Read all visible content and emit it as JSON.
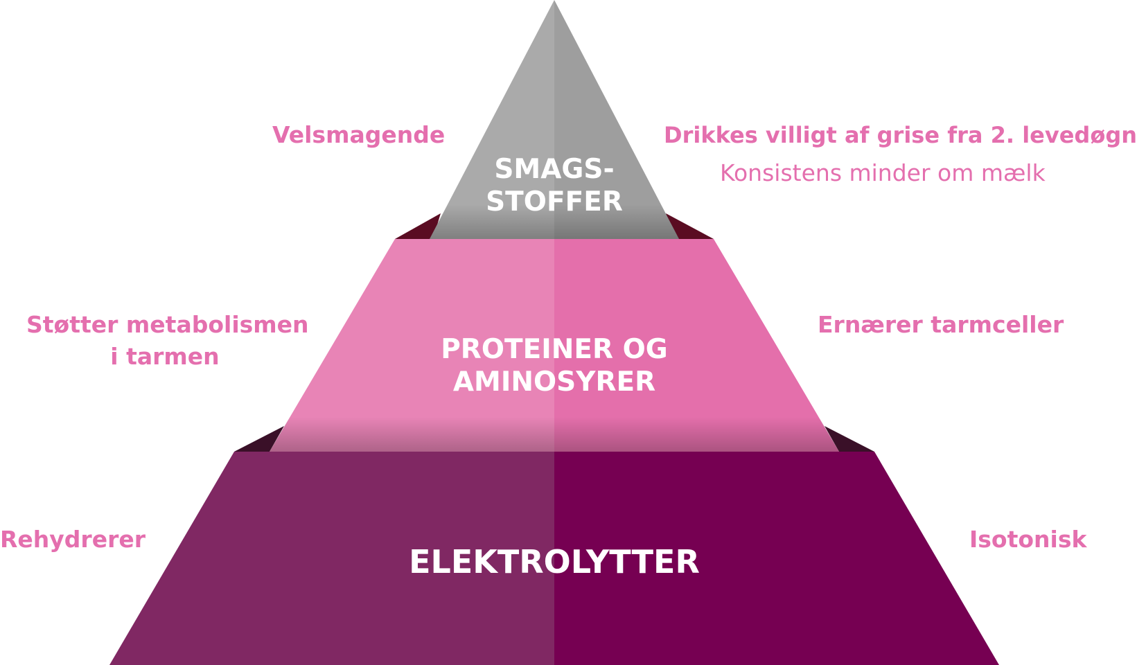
{
  "pyramid": {
    "top": {
      "label_line1": "SMAGS-",
      "label_line2": "STOFFER",
      "color_left": "#aaaaaa",
      "color_right": "#9e9e9e"
    },
    "middle": {
      "label_line1": "PROTEINER OG",
      "label_line2": "AMINOSYRER",
      "color_left": "#e884b6",
      "color_right": "#e46fab"
    },
    "bottom": {
      "label": "ELEKTROLYTTER",
      "color_left": "#802863",
      "color_right": "#760052"
    }
  },
  "annotations": {
    "top_left": "Velsmagende",
    "top_right_line1": "Drikkes villigt af grise fra 2. levedøgn",
    "top_right_line2": "Konsistens minder om mælk",
    "middle_left_line1": "Støtter metabolismen",
    "middle_left_line2": "i tarmen",
    "middle_right": "Ernærer tarmceller",
    "bottom_left": "Rehydrerer",
    "bottom_right": "Isotonisk"
  },
  "colors": {
    "accent_text": "#e46fae",
    "tier_text": "#ffffff"
  }
}
